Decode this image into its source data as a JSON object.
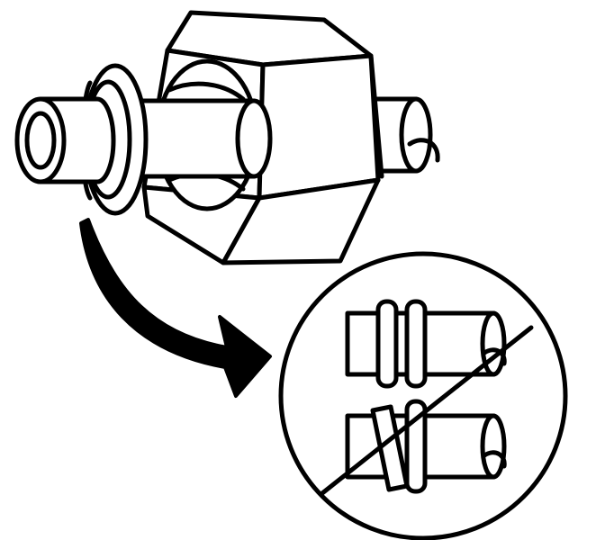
{
  "figure": {
    "background": "#ffffff",
    "ink": "#000000",
    "components": {
      "fitting": "hex-nut-tube-fitting",
      "callout_arrow": "curved-arrow",
      "inset": "prohibition-circle",
      "inset_rows": [
        "o-ring-correct-seating",
        "o-ring-twisted-seating"
      ]
    }
  }
}
